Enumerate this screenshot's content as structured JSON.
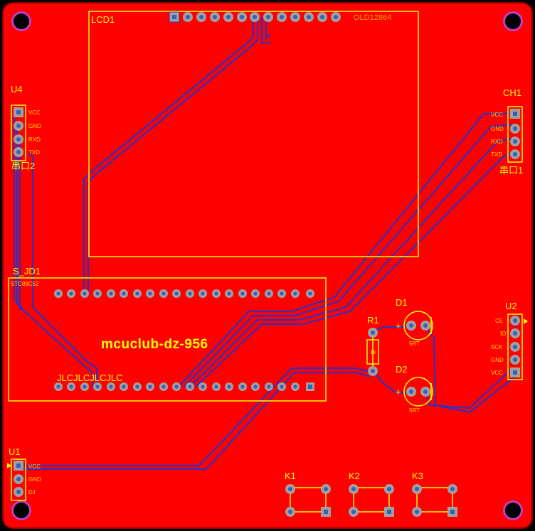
{
  "board": {
    "background": "#ff0000",
    "silk_color": "#ffff00",
    "trace_color": "#3030c0",
    "pad_color": "#a0a0a0"
  },
  "components": {
    "lcd": {
      "designator": "LCD1",
      "part": "OLD12864"
    },
    "u4": {
      "designator": "U4",
      "pins": [
        "VCC",
        "GND",
        "RXD",
        "TXD"
      ],
      "caption": "串口2"
    },
    "ch1": {
      "designator": "CH1",
      "pins": [
        "VCC",
        "GND",
        "RXD",
        "TXD"
      ],
      "caption": "串口1"
    },
    "sjd1": {
      "designator": "S_JD1",
      "top_label": "STC89C52",
      "bottom_label": "JLCJLCJLCJLC"
    },
    "board_title": "mcuclub-dz-956",
    "r1": {
      "designator": "R1",
      "value": "1k"
    },
    "d1": {
      "designator": "D1",
      "plus": "+",
      "minus": "-",
      "caption": "5RT"
    },
    "d2": {
      "designator": "D2",
      "plus": "+",
      "minus": "-",
      "caption": "5RT"
    },
    "u2": {
      "designator": "U2",
      "pins": [
        "CE",
        "IO",
        "SCK",
        "GND",
        "VCC"
      ]
    },
    "u1": {
      "designator": "U1",
      "pins": [
        "VCC",
        "GND",
        "DJ"
      ]
    },
    "k1": {
      "designator": "K1"
    },
    "k2": {
      "designator": "K2"
    },
    "k3": {
      "designator": "K3"
    }
  }
}
